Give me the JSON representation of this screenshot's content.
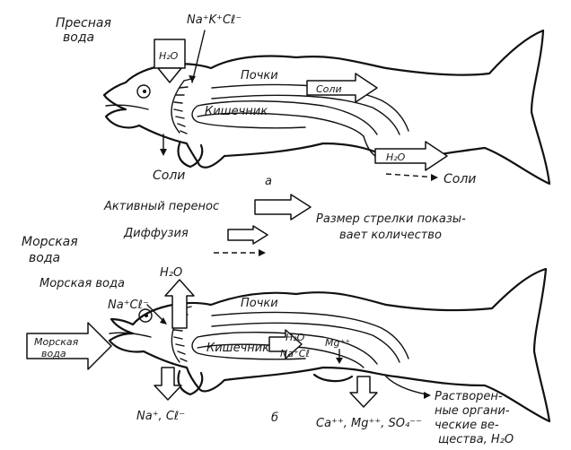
{
  "diagram_a": {
    "fresh_water": [
      "Пресная",
      "вода"
    ],
    "ions_in": "Na⁺K⁺Cℓ⁻",
    "water_in": "H₂O",
    "kidneys": "Почки",
    "intestine": "Кишечник",
    "salts_kidney": "Соли",
    "water_out": "H₂O",
    "salts_out_right": "Соли",
    "salts_out_left": "Соли",
    "caption": "а"
  },
  "legend": {
    "active_transport": "Активный перенос",
    "diffusion": "Диффузия",
    "note_line1": "Размер стрелки показы-",
    "note_line2": "вает количество"
  },
  "diagram_b": {
    "sea_water_top": [
      "Морская",
      "вода"
    ],
    "sea_water_mid": "Морская вода",
    "ions_in": "Na⁺Cℓ⁻",
    "water_out": "H₂O",
    "sea_water_in": [
      "Морская",
      "вода"
    ],
    "kidneys": "Почки",
    "intestine": "Кишечник",
    "intestine_water": "H₂O",
    "intestine_ions": "Na⁺Cℓ",
    "magnesium": "Mg⁺⁺",
    "ions_out_left": "Na⁺, Cℓ⁻",
    "ions_out_right": "Ca⁺⁺, Mg⁺⁺, SO₄⁻⁻",
    "dissolved": [
      "Растворен-",
      "ные органи-",
      "ческие ве-",
      "щества, H₂O"
    ],
    "caption": "б"
  }
}
